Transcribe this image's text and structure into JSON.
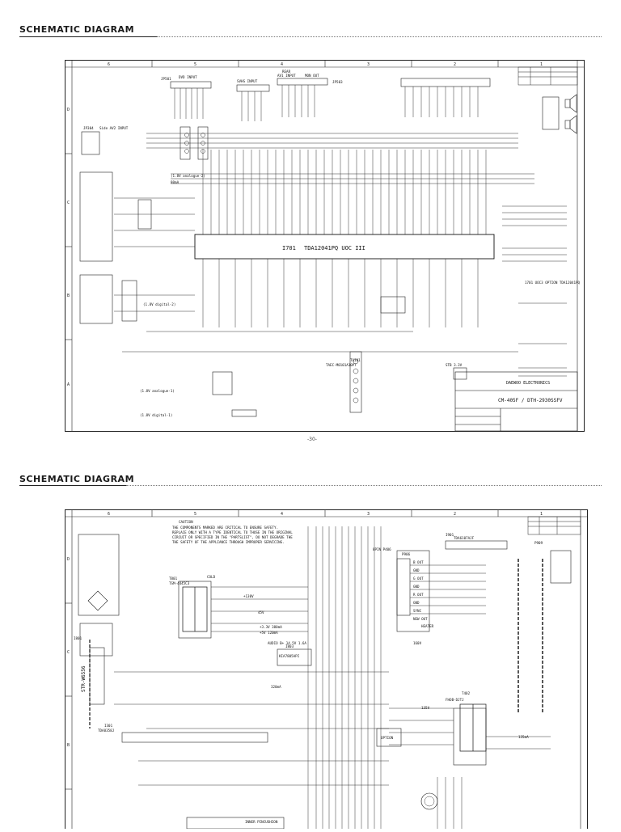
{
  "page1": {
    "header": "SCHEMATIC DIAGRAM",
    "zones_top": [
      "6",
      "5",
      "4",
      "3",
      "2",
      "1"
    ],
    "zones_side": [
      "D",
      "C",
      "B",
      "A"
    ],
    "ic_main_ref": "I701",
    "ic_main_part": "TDA12041PQ  UOC III",
    "ic_side": "TDA12041PQ",
    "conn_dvd": "DVD INPUT",
    "conn_svhs": "SVHS INPUT",
    "conn_rear": "REAR",
    "conn_av1": "AV1 INPUT",
    "conn_mon": "MON OUT",
    "conn_side": "Side AV2 INPUT",
    "jp501": "JP501",
    "jp503": "JP503",
    "jp304": "JP304",
    "tuner": "TAEC-M0101A10PT",
    "tuner_ref": "TU101",
    "note_1": "(1.8V analogue-2)",
    "note_2": "(1.8V digital-1)",
    "note_3": "(1.8V analogue-1)",
    "note_4": "(1.8V digital-2)",
    "note_5": "80mA",
    "note_6": "1701 UOC3 OPTION TDA12041PQ",
    "reg_33": "STB 3.3V",
    "company": "DAEWOO ELECTRONICS",
    "model": "CM-405F / DTH-2930SSFV",
    "page_no": "-30-"
  },
  "page2": {
    "header": "SCHEMATIC DIAGRAM",
    "zones_top": [
      "6",
      "5",
      "4",
      "3",
      "2",
      "1"
    ],
    "zones_side": [
      "D",
      "C",
      "B"
    ],
    "caution_title": "CAUTION",
    "caution_lines": [
      "THE COMPONENTS MARKED   ARE CRITICAL TO ENSURE SAFETY.",
      "REPLACE ONLY WITH A TYPE IDENTICAL TO THOSE IN THE ORIGINAL",
      "CIRCUIT OR SPECIFIED IN THE \"PARTSLIST\", DO NOT DEGRADE THE",
      "THE SAFETY OF THE APPLIANCE THROUGH IMPROPER SERVICING."
    ],
    "smps_ic": "STR-W6556",
    "i801": "I801",
    "t801": "T801",
    "t801_part": "TSM-4445C3",
    "v_130": "+130V",
    "v_45": "45V",
    "v_33": "+3.3V 380mA",
    "v_5": "+5V 120mA",
    "audio_b": "AUDIO B+ 14.5V 1.6A",
    "i803": "I803",
    "i803_part": "KIA7805API",
    "ma_320": "320mA",
    "i301": "I301",
    "i301_part": "TDA8358J",
    "option": "OPTION",
    "inner_pin": "INNER PINCUSHION",
    "cold": "COLD",
    "i901": "I901",
    "i901_part": "TDA6107AJF",
    "p_8pin": "8PIN P406",
    "p_906": "P906",
    "crt_labels": [
      "B OUT",
      "GND",
      "G OUT",
      "GND",
      "R OUT",
      "GND",
      "SYNC",
      "NEW OUT"
    ],
    "heater": "HEATER",
    "fbt": "T402",
    "fbt_part": "FHOB-DJTJ",
    "v_160": "160V",
    "v_135": "135V",
    "ma_135": "135mA",
    "p909": "P909"
  }
}
